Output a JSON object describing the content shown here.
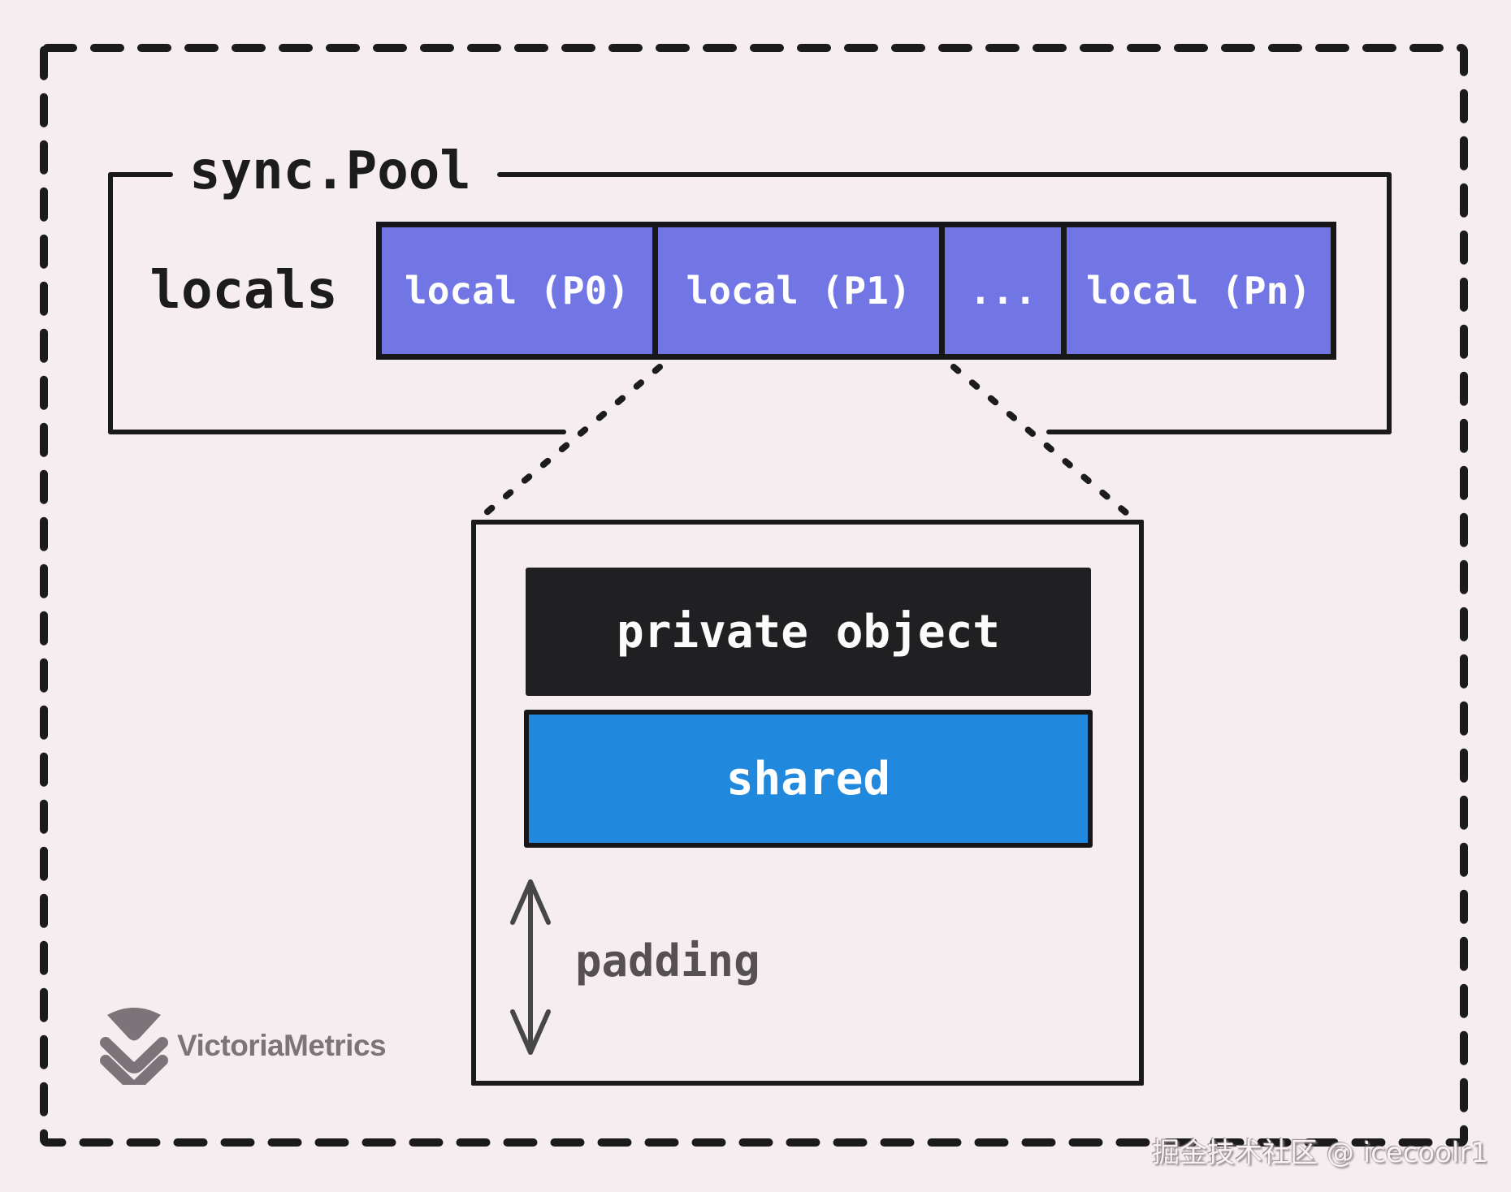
{
  "diagram": {
    "title": "sync.Pool",
    "locals_label": "locals",
    "cells": [
      {
        "label": "local (P0)"
      },
      {
        "label": "local (P1)"
      },
      {
        "label": "..."
      },
      {
        "label": "local (Pn)"
      }
    ],
    "detail": {
      "private_label": "private object",
      "shared_label": "shared",
      "padding_label": "padding"
    },
    "colors": {
      "background": "#f5edf0",
      "outline": "#1a1a1a",
      "cell_fill": "#7176e4",
      "private_fill": "#202022",
      "shared_fill": "#2189dd",
      "muted_gray": "#555053"
    }
  },
  "branding": {
    "logo_text": "VictoriaMetrics",
    "logo_color": "#7b757a"
  },
  "watermark": {
    "text": "掘金技术社区 @ icecoolr1"
  }
}
